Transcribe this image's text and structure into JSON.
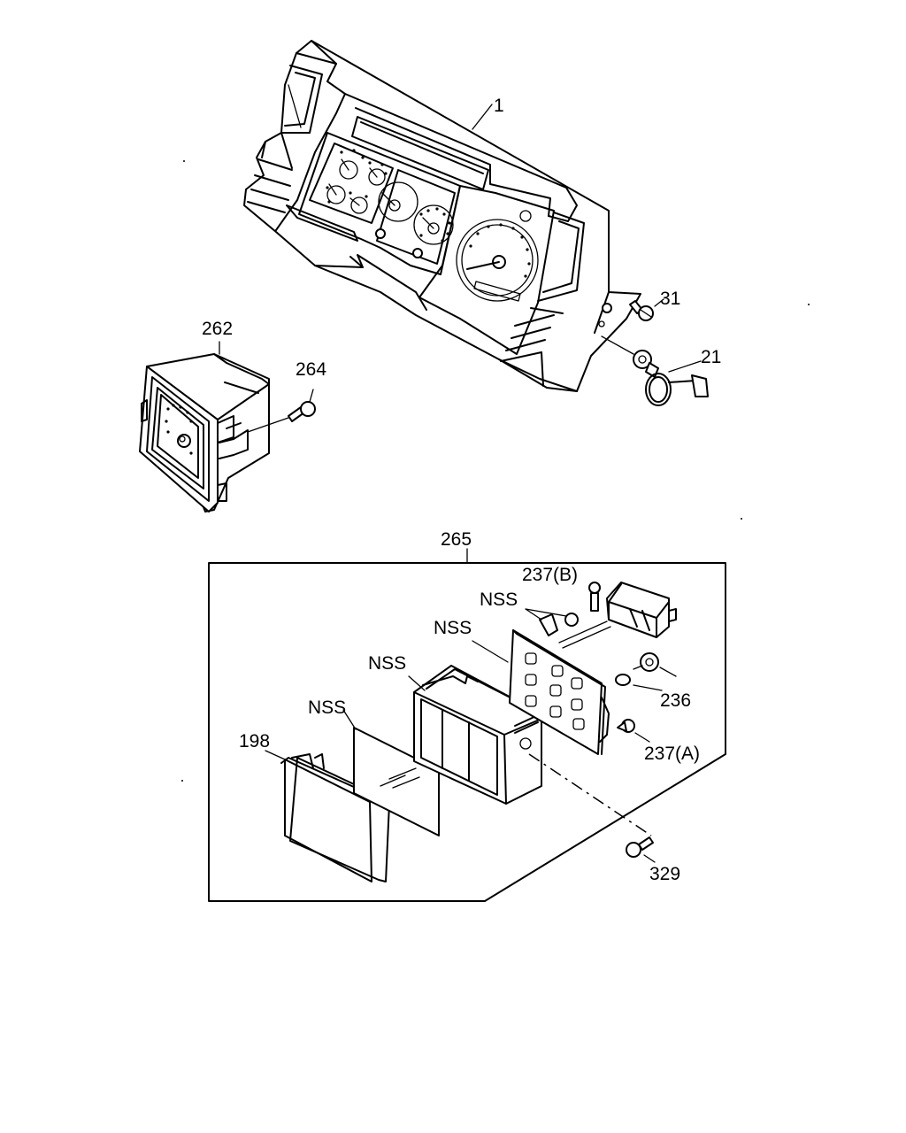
{
  "callouts": {
    "p1": "1",
    "p31": "31",
    "p21": "21",
    "p262": "262",
    "p264": "264",
    "p265": "265",
    "p237b": "237(B)",
    "nss_clip": "NSS",
    "nss_board": "NSS",
    "nss_housing": "NSS",
    "nss_film": "NSS",
    "p198": "198",
    "p236": "236",
    "p237a": "237(A)",
    "p329": "329"
  }
}
